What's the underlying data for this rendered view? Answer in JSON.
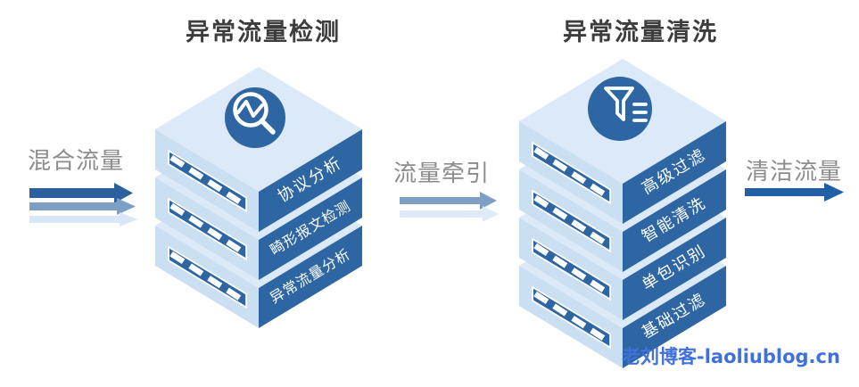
{
  "left_section": {
    "title": "异常流量检测",
    "icon": "magnifier-analytics-icon",
    "layers": [
      "协议分析",
      "畸形报文检测",
      "异常流量分析"
    ]
  },
  "right_section": {
    "title": "异常流量清洗",
    "icon": "filter-funnel-icon",
    "layers": [
      "高级过滤",
      "智能清洗",
      "单包识别",
      "基础过滤"
    ]
  },
  "flows": {
    "input_label": "混合流量",
    "input_arrows": [
      "dark",
      "medium",
      "light"
    ],
    "middle_label": "流量牵引",
    "middle_arrows": [
      "medium",
      "light"
    ],
    "output_label": "清洁流量",
    "output_arrows": [
      "dark"
    ]
  },
  "watermark": "老刘博客-laoliublog.cn",
  "colors": {
    "face_top": "#dbe9f8",
    "face_left": "#cbdff3",
    "face_right": "#2e66a3",
    "title": "#3d3d3d",
    "label": "#8c8c8c",
    "watermark": "#4070dd",
    "arrow_dark": "#2b5f9d",
    "arrow_mid": "#7e9fc5",
    "arrow_light": "#d9e6f5",
    "arrow_xlight": "#dfeaf8",
    "arrow_clean": "#2160a5"
  }
}
